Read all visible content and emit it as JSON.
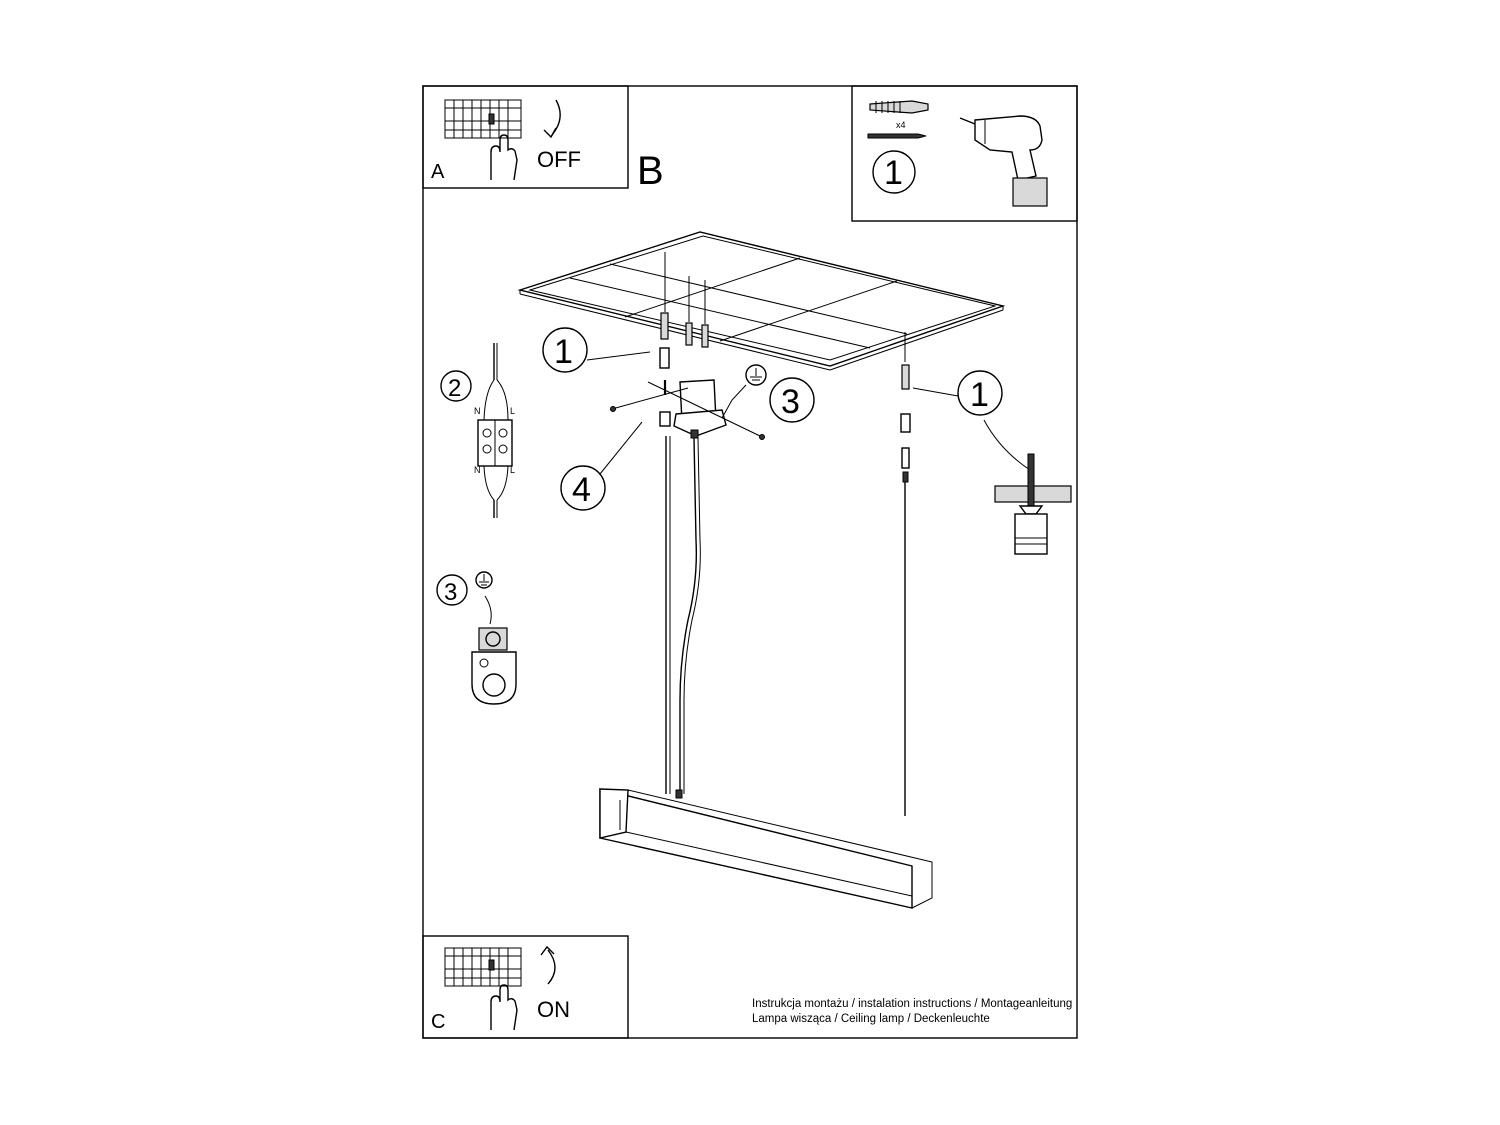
{
  "panels": {
    "a": {
      "letter": "A",
      "action": "OFF"
    },
    "b": {
      "letter": "B"
    },
    "c": {
      "letter": "C",
      "action": "ON"
    }
  },
  "hardware": {
    "quantity": "x4"
  },
  "callouts": {
    "anchor_top": "1",
    "anchor_left": "1",
    "anchor_right": "1",
    "ground_main": "3",
    "bracket": "4",
    "wiring_detail": "2",
    "ground_detail": "3"
  },
  "wiring_labels": {
    "neutral": "N",
    "live": "L"
  },
  "footer": {
    "line1": "Instrukcja montażu / instalation instructions / Montageanleitung",
    "line2": "Lampa wisząca / Ceiling lamp / Deckenleuchte"
  }
}
